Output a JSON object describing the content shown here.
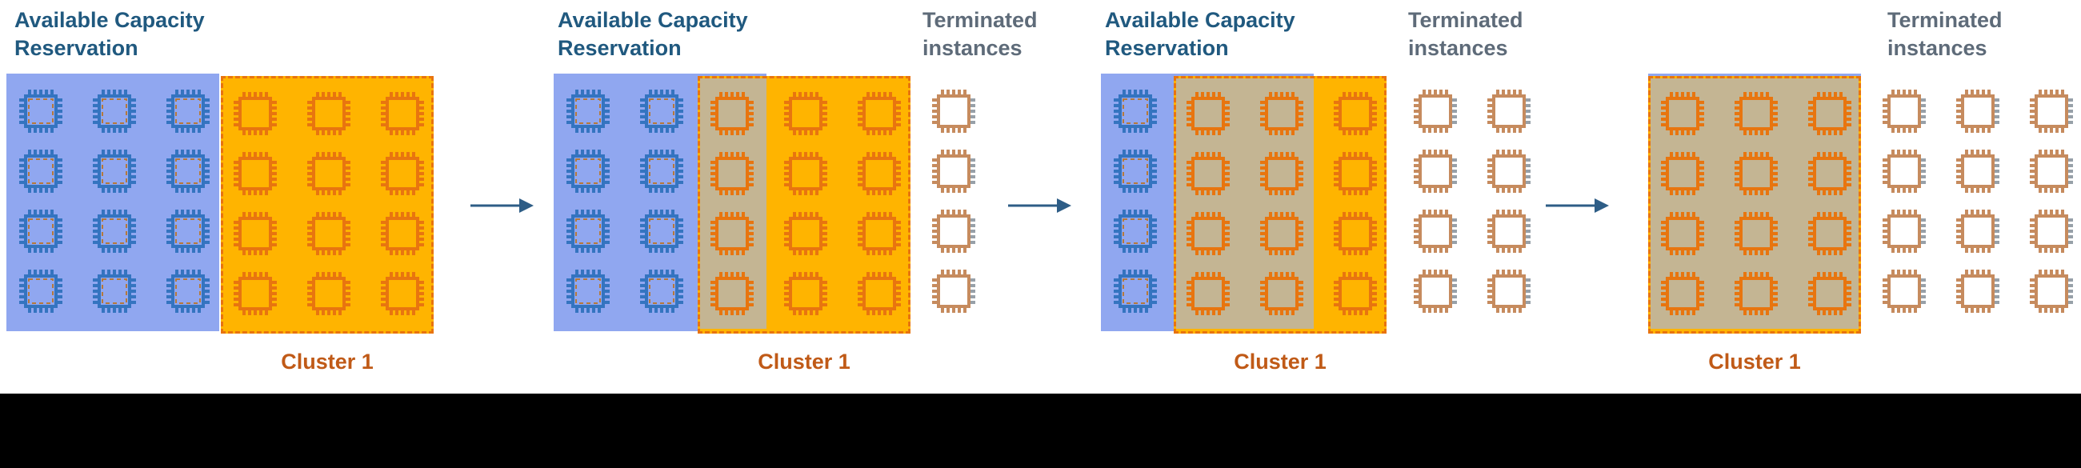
{
  "colors": {
    "reservation_title": "#20597F",
    "terminated_title": "#5E6B79",
    "cluster_label": "#C05A17",
    "reservation_box_fill": "#90A7F0",
    "cluster_box_fill": "#FFB400",
    "cluster_box_border": "#E8740F",
    "overlap_fill": "#C4B593",
    "chip_blue": "#3474C0",
    "chip_blue_accent": "#B5793B",
    "chip_orange": "#E8750F",
    "chip_terminated": "#C68B5E",
    "chip_terminated_accent": "#97A0A8",
    "arrow": "#2E5D86",
    "footer_bar": "#000000"
  },
  "icons": {
    "chip": "cpu-chip-icon",
    "arrow": "arrow-right-icon"
  },
  "panels": [
    {
      "reservation_title": "Available Capacity Reservation",
      "cluster_label": "Cluster 1",
      "reservation_grid": {
        "rows": 4,
        "cols": 3,
        "chip": "blue",
        "visible_cols": 3
      },
      "cluster_grid": {
        "rows": 4,
        "cols": 3,
        "chip": "orange"
      }
    },
    {
      "reservation_title": "Available Capacity Reservation",
      "terminated_title": "Terminated instances",
      "cluster_label": "Cluster 1",
      "reservation_grid": {
        "rows": 4,
        "cols": 3,
        "chip": "blue",
        "visible_cols": 2
      },
      "cluster_grid": {
        "rows": 4,
        "cols": 3,
        "chip": "orange"
      },
      "terminated_grid": {
        "rows": 4,
        "cols": 1,
        "chip": "terminated"
      }
    },
    {
      "reservation_title": "Available Capacity Reservation",
      "terminated_title": "Terminated instances",
      "cluster_label": "Cluster 1",
      "reservation_grid": {
        "rows": 4,
        "cols": 3,
        "chip": "blue",
        "visible_cols": 1
      },
      "cluster_grid": {
        "rows": 4,
        "cols": 3,
        "chip": "orange"
      },
      "terminated_grid": {
        "rows": 4,
        "cols": 2,
        "chip": "terminated"
      }
    },
    {
      "terminated_title": "Terminated instances",
      "cluster_label": "Cluster 1",
      "reservation_grid": {
        "rows": 4,
        "cols": 3,
        "chip": "blue",
        "visible_cols": 0
      },
      "cluster_grid": {
        "rows": 4,
        "cols": 3,
        "chip": "orange"
      },
      "terminated_grid": {
        "rows": 4,
        "cols": 3,
        "chip": "terminated"
      }
    }
  ]
}
